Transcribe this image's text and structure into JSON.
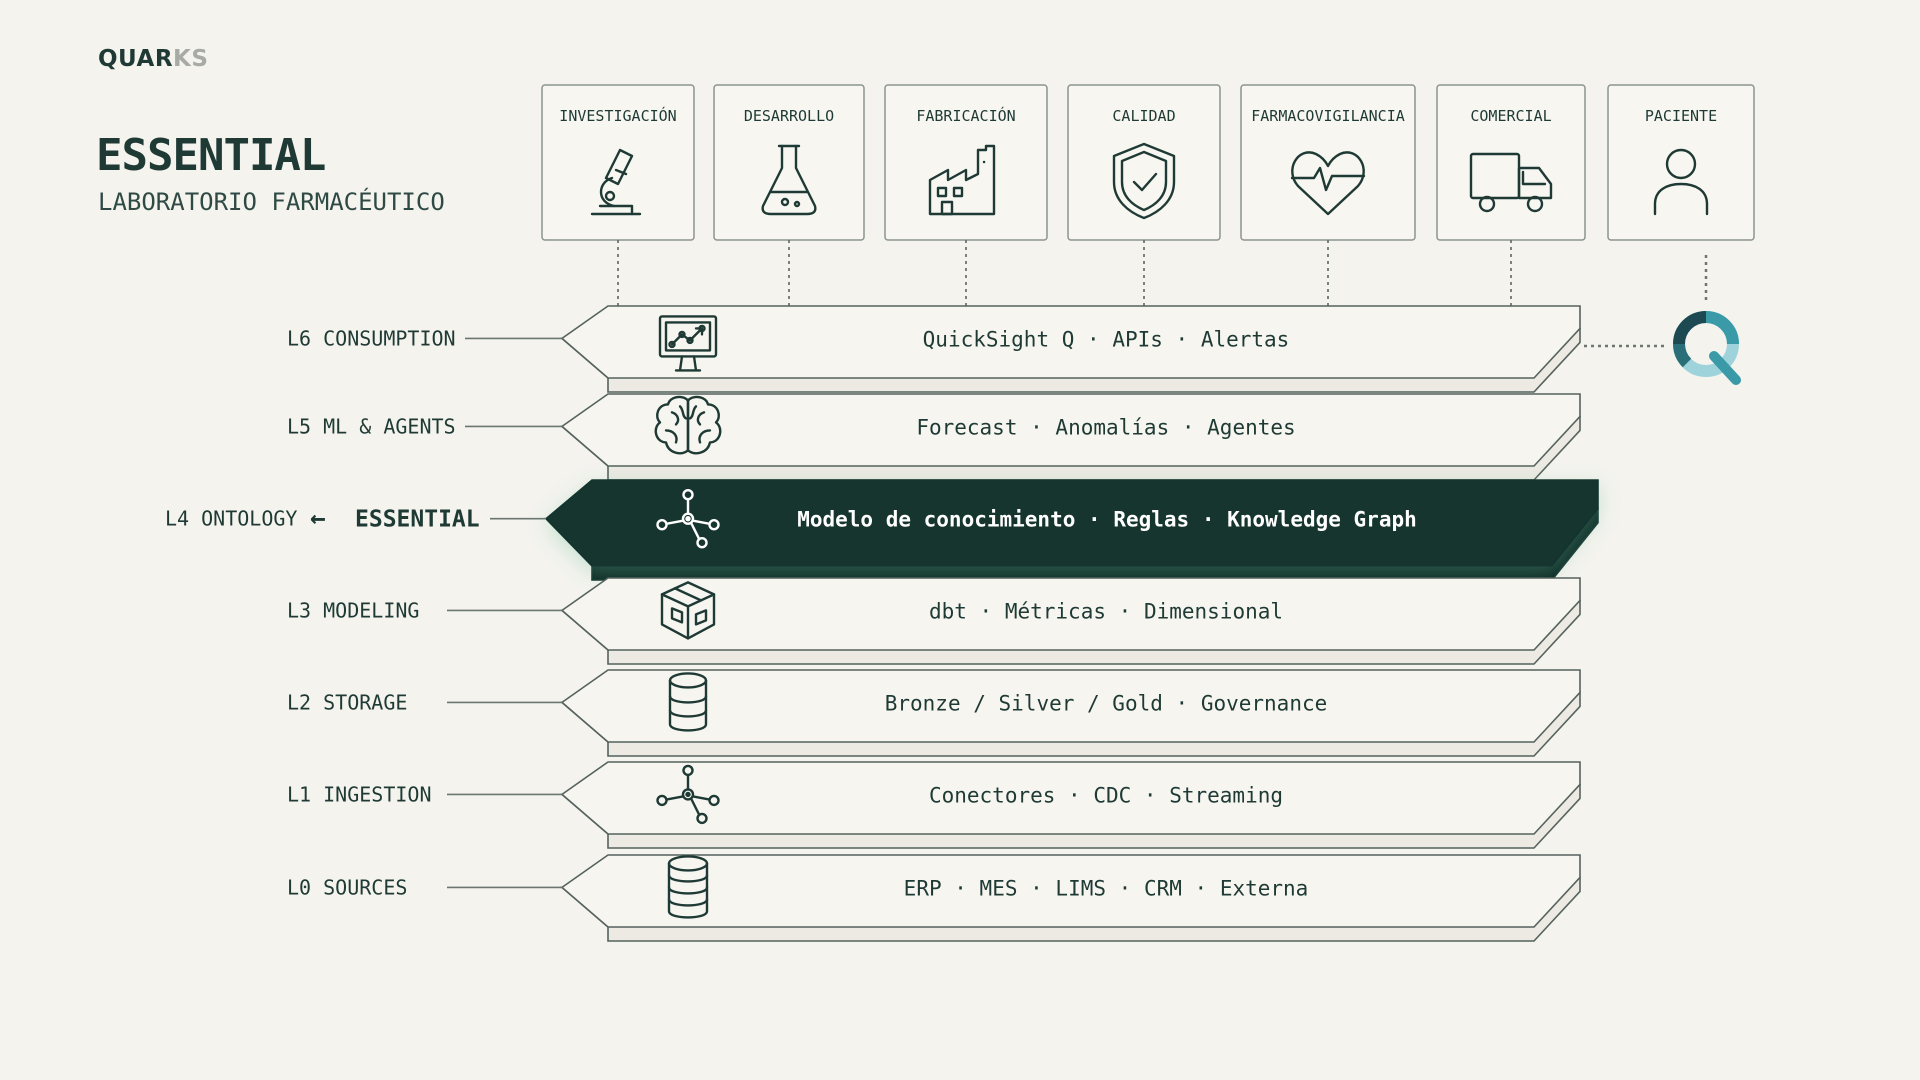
{
  "brand": {
    "logo_main": "QUAR",
    "logo_accent": "KS"
  },
  "header": {
    "title": "ESSENTIAL",
    "subtitle": "LABORATORIO FARMACÉUTICO"
  },
  "departments": [
    {
      "label": "INVESTIGACIÓN",
      "icon": "microscope-icon"
    },
    {
      "label": "DESARROLLO",
      "icon": "flask-icon"
    },
    {
      "label": "FABRICACIÓN",
      "icon": "factory-icon"
    },
    {
      "label": "CALIDAD",
      "icon": "shield-check-icon"
    },
    {
      "label": "FARMACOVIGILANCIA",
      "icon": "heart-pulse-icon"
    },
    {
      "label": "COMERCIAL",
      "icon": "truck-icon"
    },
    {
      "label": "PACIENTE",
      "icon": "person-icon"
    }
  ],
  "layers": [
    {
      "label": "L6 CONSUMPTION",
      "icon": "monitor-chart-icon",
      "items": [
        "QuickSight Q",
        "APIs",
        "Alertas"
      ]
    },
    {
      "label": "L5 ML & AGENTS",
      "icon": "brain-icon",
      "items": [
        "Forecast",
        "Anomalías",
        "Agentes"
      ]
    },
    {
      "label": "L4 ONTOLOGY",
      "highlight": "ESSENTIAL",
      "arrow": "←",
      "icon": "graph-node-icon",
      "items": [
        "Modelo de conocimiento",
        "Reglas",
        "Knowledge Graph"
      ],
      "active": true
    },
    {
      "label": "L3 MODELING",
      "icon": "cube-icon",
      "items": [
        "dbt",
        "Métricas",
        "Dimensional"
      ]
    },
    {
      "label": "L2 STORAGE",
      "icon": "database-icon",
      "items": [
        "Bronze / Silver / Gold",
        "Governance"
      ]
    },
    {
      "label": "L1 INGESTION",
      "icon": "graph-node-icon",
      "items": [
        "Conectores",
        "CDC",
        "Streaming"
      ]
    },
    {
      "label": "L0 SOURCES",
      "icon": "database-stack-icon",
      "items": [
        "ERP",
        "MES",
        "LIMS",
        "CRM",
        "Externa"
      ]
    }
  ],
  "separator": "·",
  "consumer_badge": {
    "icon": "quicksight-q-icon"
  },
  "colors": {
    "background": "#f4f3ee",
    "ink": "#1f3a35",
    "active_fill": "#12342f",
    "active_text": "#ffffff",
    "badge_teal": "#3a9aa8",
    "badge_light": "#9fd3db"
  }
}
